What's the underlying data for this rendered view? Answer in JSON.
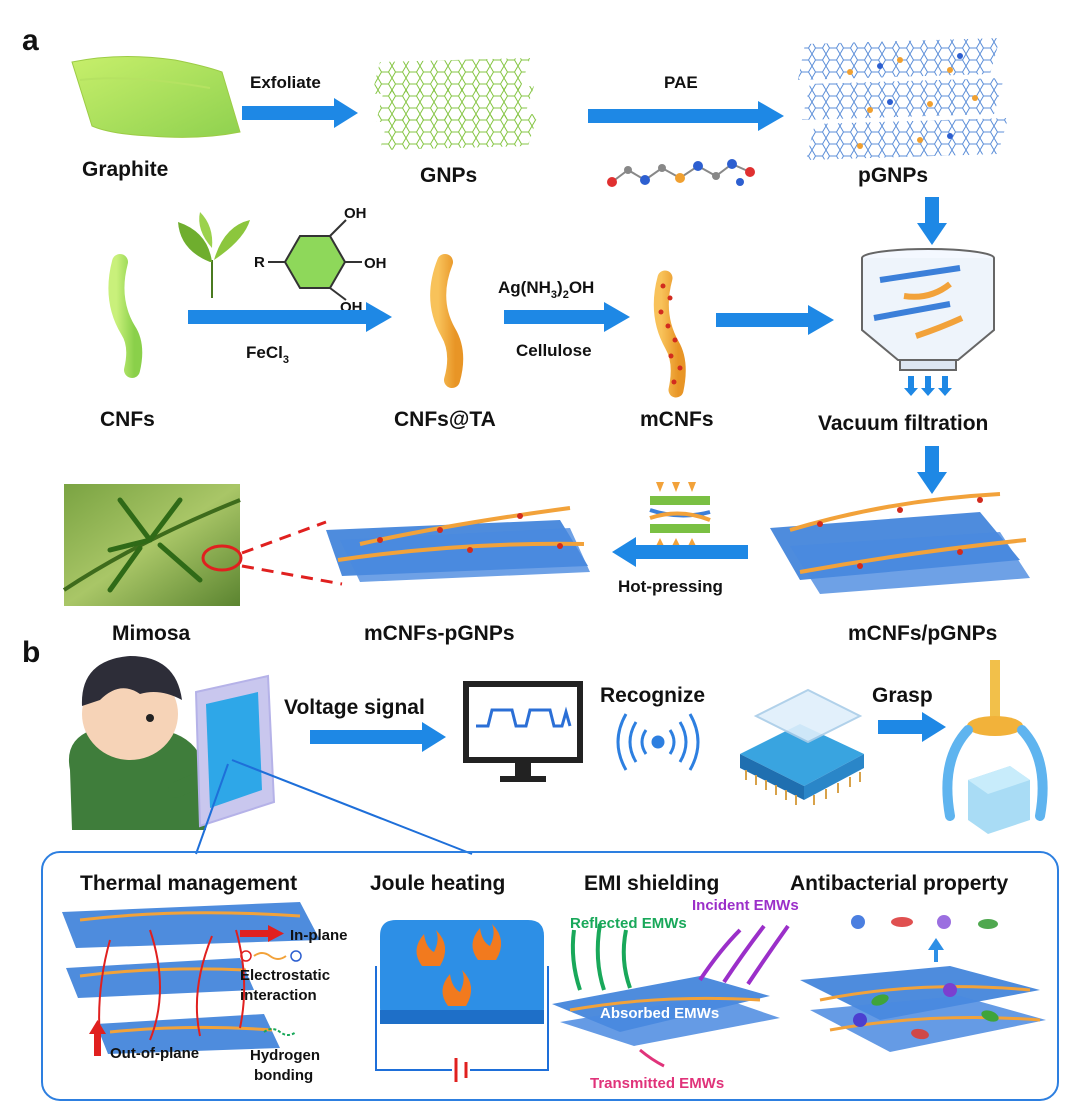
{
  "panels": {
    "a": "a",
    "b": "b"
  },
  "arrows": {
    "exfoliate": "Exfoliate",
    "pae": "PAE",
    "fecl3": "FeCl",
    "fecl3_sub": "3",
    "ag_pre": "Ag(NH",
    "ag_sub": "3",
    "ag_post": ")",
    "ag_sub2": "2",
    "ag_end": "OH",
    "cellulose": "Cellulose",
    "hot_pressing": "Hot-pressing",
    "voltage_signal": "Voltage signal",
    "recognize": "Recognize",
    "grasp": "Grasp"
  },
  "chem": {
    "oh1": "OH",
    "oh2": "OH",
    "oh3": "OH",
    "r": "R"
  },
  "materials": {
    "graphite": "Graphite",
    "gnps": "GNPs",
    "pgnps": "pGNPs",
    "cnfs": "CNFs",
    "cnfs_ta": "CNFs@TA",
    "mcnfs": "mCNFs",
    "vacuum": "Vacuum filtration",
    "mimosa": "Mimosa",
    "mcnfs_pgnps": "mCNFs-pGNPs",
    "mcnfs_slash": "mCNFs/pGNPs"
  },
  "properties": {
    "thermal": "Thermal management",
    "joule": "Joule heating",
    "emi": "EMI shielding",
    "antibacterial": "Antibacterial property"
  },
  "thermal_labels": {
    "in_plane": "In-plane",
    "electrostatic_1": "Electrostatic",
    "electrostatic_2": "interaction",
    "hydrogen_1": "Hydrogen",
    "hydrogen_2": "bonding",
    "out_of_plane": "Out-of-plane"
  },
  "emi_labels": {
    "reflected": "Reflected EMWs",
    "incident": "Incident EMWs",
    "absorbed": "Absorbed EMWs",
    "transmitted": "Transmitted EMWs"
  },
  "colors": {
    "arrow": "#1e88e5",
    "sheet": "#3b7fd9",
    "fiber": "#f2a23a",
    "leaf": "#8fd14f",
    "reflected": "#19a85a",
    "incident": "#9b2fc9",
    "transmitted": "#e0337a",
    "red": "#e0201f"
  }
}
